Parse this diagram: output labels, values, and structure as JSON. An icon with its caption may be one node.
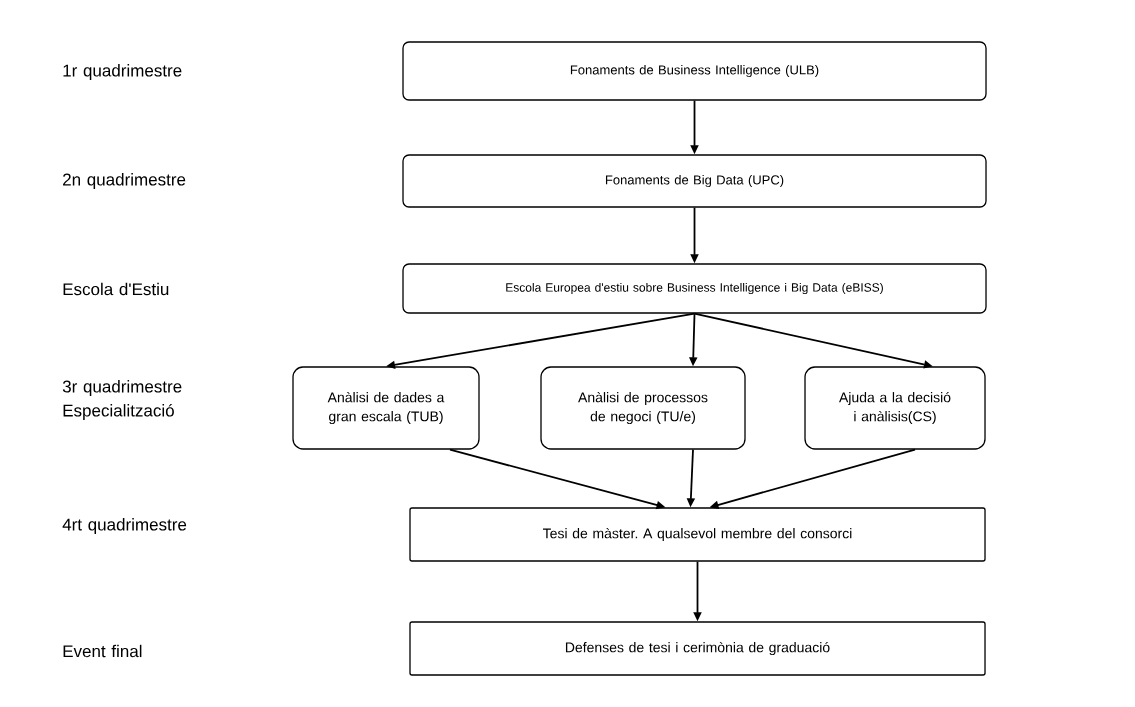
{
  "diagram": {
    "nodes": [
      {
        "text": [
          "Fonaments de Business Intelligence (ULB)"
        ]
      },
      {
        "text": [
          "Fonaments de Big Data (UPC)"
        ]
      },
      {
        "text": [
          "Escola Europea d'estiu sobre Business Intelligence i Big Data (eBISS)"
        ]
      },
      {
        "text": [
          "Anàlisi de dades a gran escala (TUB)"
        ]
      },
      {
        "text": [
          "Anàlisi de processos de negoci (TU/e)"
        ]
      },
      {
        "text": [
          "Ajuda a la decisió i anàlisis(CS)"
        ]
      },
      {
        "text": [
          "Tesi de màster. A qualsevol membre del consorci"
        ]
      },
      {
        "text": [
          "Defenses de tesi i cerimònia de graduació"
        ]
      }
    ],
    "edges": [
      {
        "from": 0,
        "to": 1,
        "arrow": "to"
      },
      {
        "from": 1,
        "to": 2,
        "arrow": "to"
      },
      {
        "from": 2,
        "to": 3,
        "arrow": "to"
      },
      {
        "from": 2,
        "to": 4,
        "arrow": "to"
      },
      {
        "from": 2,
        "to": 5,
        "arrow": "to"
      },
      {
        "from": 3,
        "to": 6,
        "arrow": "to"
      },
      {
        "from": 4,
        "to": 6,
        "arrow": "to"
      },
      {
        "from": 5,
        "to": 6,
        "arrow": "to"
      },
      {
        "from": 6,
        "to": 7,
        "arrow": "to"
      }
    ],
    "labels": [
      "1r quadrimestre",
      "2n quadrimestre",
      "Escola d'Estiu",
      "3r quadrimestre Especialització",
      "4rt quadrimestre",
      "Event final"
    ]
  }
}
